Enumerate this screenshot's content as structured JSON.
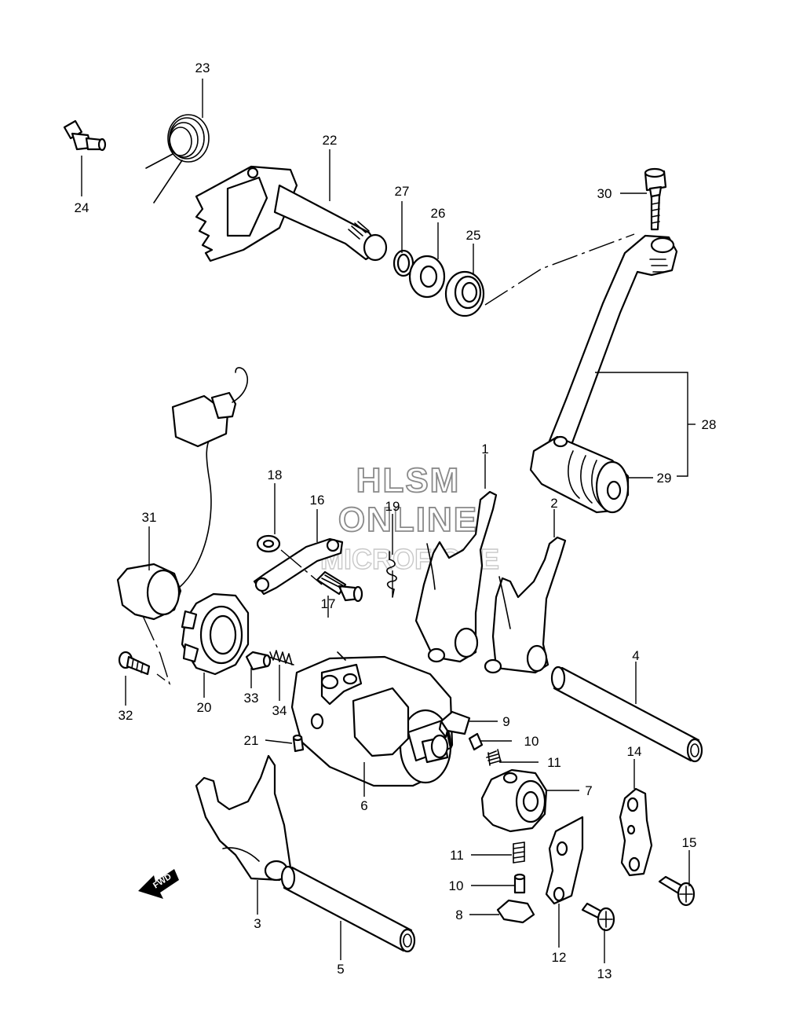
{
  "watermark": {
    "line1": "HLSM",
    "line2": "ONLINE",
    "line3": "MICROFICHE"
  },
  "direction_arrow": "FWD",
  "callouts": [
    {
      "id": "c1",
      "label": "1"
    },
    {
      "id": "c2",
      "label": "2"
    },
    {
      "id": "c3",
      "label": "3"
    },
    {
      "id": "c4",
      "label": "4"
    },
    {
      "id": "c5",
      "label": "5"
    },
    {
      "id": "c6",
      "label": "6"
    },
    {
      "id": "c7",
      "label": "7"
    },
    {
      "id": "c8",
      "label": "8"
    },
    {
      "id": "c9",
      "label": "9"
    },
    {
      "id": "c10a",
      "label": "10"
    },
    {
      "id": "c10b",
      "label": "10"
    },
    {
      "id": "c11a",
      "label": "11"
    },
    {
      "id": "c11b",
      "label": "11"
    },
    {
      "id": "c12",
      "label": "12"
    },
    {
      "id": "c13",
      "label": "13"
    },
    {
      "id": "c14",
      "label": "14"
    },
    {
      "id": "c15",
      "label": "15"
    },
    {
      "id": "c16",
      "label": "16"
    },
    {
      "id": "c17",
      "label": "17"
    },
    {
      "id": "c18",
      "label": "18"
    },
    {
      "id": "c19",
      "label": "19"
    },
    {
      "id": "c20",
      "label": "20"
    },
    {
      "id": "c21",
      "label": "21"
    },
    {
      "id": "c22",
      "label": "22"
    },
    {
      "id": "c23",
      "label": "23"
    },
    {
      "id": "c24",
      "label": "24"
    },
    {
      "id": "c25",
      "label": "25"
    },
    {
      "id": "c26",
      "label": "26"
    },
    {
      "id": "c27",
      "label": "27"
    },
    {
      "id": "c28",
      "label": "28"
    },
    {
      "id": "c29",
      "label": "29"
    },
    {
      "id": "c30",
      "label": "30"
    },
    {
      "id": "c31",
      "label": "31"
    },
    {
      "id": "c32",
      "label": "32"
    },
    {
      "id": "c33",
      "label": "33"
    },
    {
      "id": "c34",
      "label": "34"
    }
  ]
}
